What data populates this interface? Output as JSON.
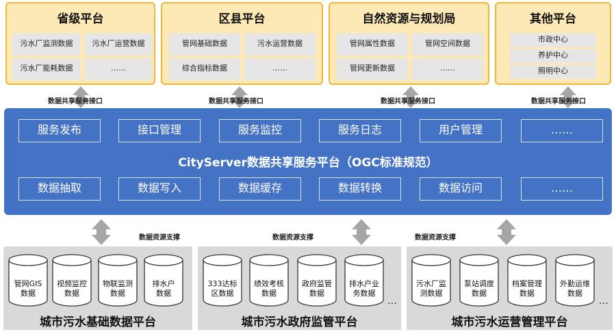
{
  "top_platforms": [
    {
      "title": "省级平台",
      "cells": [
        "污水厂监测数据",
        "污水厂运营数据",
        "污水厂能耗数据",
        "……"
      ]
    },
    {
      "title": "区县平台",
      "cells": [
        "管网基础数据",
        "污水运营数据",
        "综合指标数据",
        "……"
      ]
    },
    {
      "title": "自然资源与规划局",
      "cells": [
        "管网属性数据",
        "管网空间数据",
        "管网更新数据",
        "……"
      ]
    },
    {
      "title": "其他平台",
      "cells": [
        "市政中心",
        "养护中心",
        "照明中心"
      ]
    }
  ],
  "api_label": "数据共享服务接口",
  "central": {
    "title": "CityServer数据共享服务平台（OGC标准规范）",
    "row1": [
      "服务发布",
      "接口管理",
      "服务监控",
      "服务日志",
      "用户管理",
      "……"
    ],
    "row2": [
      "数据抽取",
      "数据写入",
      "数据缓存",
      "数据转换",
      "数据访问",
      "……"
    ]
  },
  "resource_label": "数据资源支撑",
  "bottom_platforms": [
    {
      "title": "城市污水基础数据平台",
      "items": [
        [
          "管网GIS",
          "数据"
        ],
        [
          "视频监控",
          "数据"
        ],
        [
          "物联监测",
          "数据"
        ],
        [
          "排水户",
          "数据"
        ]
      ]
    },
    {
      "title": "城市污水政府监管平台",
      "items": [
        [
          "333达标",
          "区数据"
        ],
        [
          "绩效考核",
          "数据"
        ],
        [
          "政府监管",
          "数据"
        ],
        [
          "排水户业",
          "务数据"
        ]
      ]
    },
    {
      "title": "城市污水运营管理平台",
      "items": [
        [
          "污水厂监",
          "测数据"
        ],
        [
          "泵站调度",
          "数据"
        ],
        [
          "档案管理",
          "数据"
        ],
        [
          "外勤运维",
          "数据"
        ]
      ]
    }
  ],
  "ellipsis": "…",
  "colors": {
    "top_fill": "#fde9b6",
    "top_border": "#f2b63a",
    "central": "#4472c4",
    "bottom": "#d9d9d9",
    "arrow": "#a6a6a6"
  }
}
